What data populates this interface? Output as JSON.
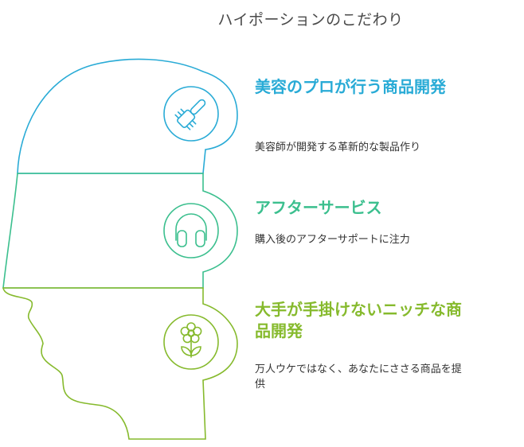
{
  "title": "ハイポーションのこだわり",
  "colors": {
    "section1": "#29abd6",
    "section2": "#3bbf8e",
    "section3": "#86ba2d",
    "text": "#333333"
  },
  "sections": [
    {
      "heading": "美容のプロが行う商品開発",
      "description": "美容師が開発する革新的な製品作り",
      "icon": "hair-brush-icon"
    },
    {
      "heading": "アフターサービス",
      "description": "購入後のアフターサポートに注力",
      "icon": "headphones-icon"
    },
    {
      "heading": "大手が手掛けないニッチな商品開発",
      "description": "万人ウケではなく、あなたにささる商品を提供",
      "icon": "flower-icon"
    }
  ]
}
